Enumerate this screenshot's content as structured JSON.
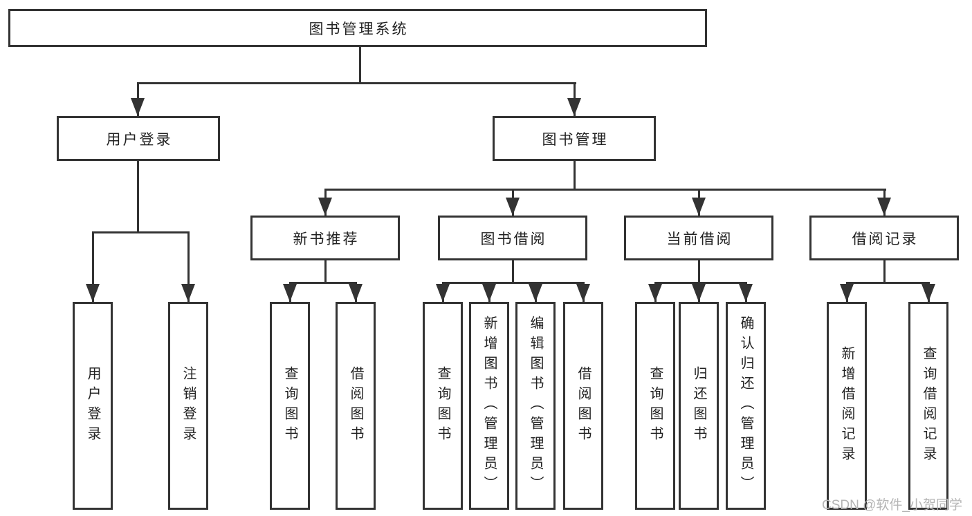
{
  "tree": {
    "root": "图书管理系统",
    "children": [
      {
        "label": "用户登录",
        "children": [
          {
            "label": "用户登录"
          },
          {
            "label": "注销登录"
          }
        ]
      },
      {
        "label": "图书管理",
        "children": [
          {
            "label": "新书推荐",
            "children": [
              {
                "label": "查询图书"
              },
              {
                "label": "借阅图书"
              }
            ]
          },
          {
            "label": "图书借阅",
            "children": [
              {
                "label": "查询图书"
              },
              {
                "label": "新增图书（管理员）"
              },
              {
                "label": "编辑图书（管理员）"
              },
              {
                "label": "借阅图书"
              }
            ]
          },
          {
            "label": "当前借阅",
            "children": [
              {
                "label": "查询图书"
              },
              {
                "label": "归还图书"
              },
              {
                "label": "确认归还（管理员）"
              }
            ]
          },
          {
            "label": "借阅记录",
            "children": [
              {
                "label": "新增借阅记录"
              },
              {
                "label": "查询借阅记录"
              }
            ]
          }
        ]
      }
    ]
  },
  "style": {
    "line_color": "#333333",
    "text_color": "#222222",
    "background": "#ffffff"
  },
  "watermark": {
    "text": "CSDN @软件_小贺同学",
    "color": "#b5b5b5"
  }
}
